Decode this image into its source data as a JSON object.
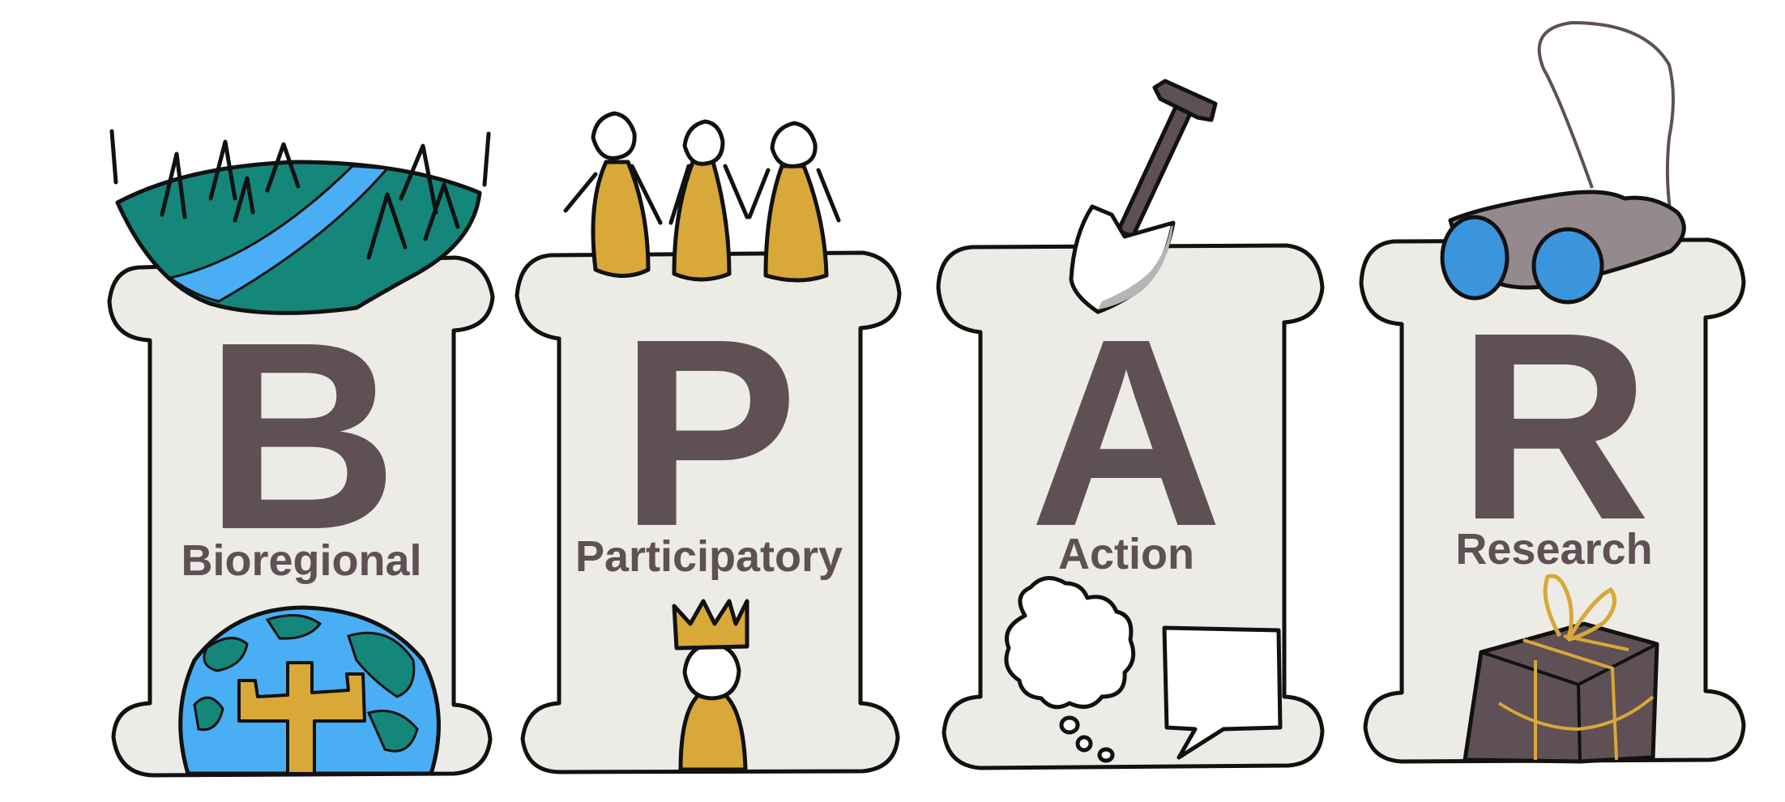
{
  "colors": {
    "scroll_fill": "#ecebe6",
    "letter": "#5e5055",
    "teal": "#14877a",
    "blue": "#4aaef5",
    "gold": "#d8a838",
    "stone": "#948a8d",
    "dark_box": "#5e5055",
    "binocular_lens": "#3b95dc"
  },
  "pillars": [
    {
      "letter": "B",
      "word": "Bioregional",
      "top_icon": "landscape-icon",
      "bottom_icon": "globe-icon"
    },
    {
      "letter": "P",
      "word": "Participatory",
      "top_icon": "people-group-icon",
      "bottom_icon": "crowned-person-icon"
    },
    {
      "letter": "A",
      "word": "Action",
      "top_icon": "shovel-icon",
      "bottom_icon": "speech-bubbles-icon"
    },
    {
      "letter": "R",
      "word": "Research",
      "top_icon": "binoculars-icon",
      "bottom_icon": "gift-box-icon"
    }
  ]
}
